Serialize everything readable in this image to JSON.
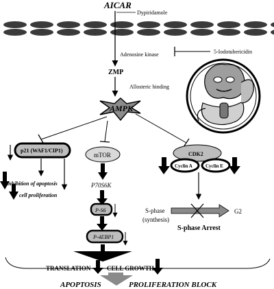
{
  "top_label": "AICAR",
  "dypiridamole": "Dypiridamole",
  "adenosine_kinase": "Adenosine kinase",
  "iodotubericidin": "5-Iodotubericidin",
  "zmp": "ZMP",
  "allosteric": "Allosteric binding",
  "ampk": "AMPK",
  "p21": "p21 (WAF1/CIP1)",
  "inhibition_apoptosis": "inhibition of apoptosis",
  "cell_proliferation": "cell proliferation",
  "mtor": "mTOR",
  "p70s6k": "P70S6K",
  "p_s6": "P-S6",
  "p_4ebp1": "P-4EBP1",
  "cdk2": "CDK2",
  "cyclin_a": "Cyclin A",
  "cyclin_e": "Cyclin E",
  "s_phase": "S-phase",
  "synthesis": "(synthesis)",
  "g2": "G2",
  "s_phase_arrest": "S-phase Arrest",
  "translation": "TRANSLATION",
  "cell_growth": "CELL GROWTH",
  "apoptosis": "APOPTOSIS",
  "proliferation_block": "PROLIFERATION BLOCK",
  "colors": {
    "membrane": "#3a3a3a",
    "grey_fill": "#bdbdbd",
    "dark": "#1a1a1a",
    "arrow_grey": "#8a8a8a"
  },
  "icons": [
    "mascot-gorilla-icon",
    "double-arrow-icon",
    "inhibition-bar-icon"
  ]
}
